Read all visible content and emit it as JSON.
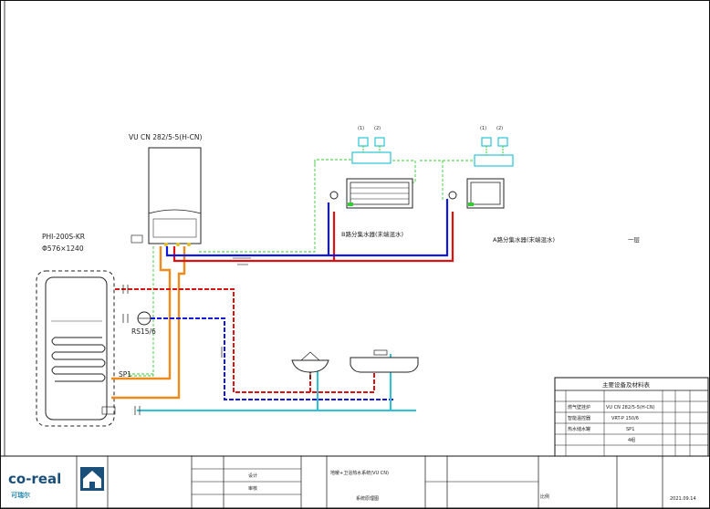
{
  "boiler": {
    "model": "VU CN 282/5-5(H-CN)"
  },
  "tank": {
    "model": "PHI-200S-KR",
    "size": "Φ576×1240"
  },
  "pump": {
    "label": "RS15/6"
  },
  "sensor": {
    "label": "SP1"
  },
  "fancoil_b": {
    "title": "B路分集水器(末端混水)"
  },
  "fancoil_a": {
    "title": "A路分集水器(末端混水)"
  },
  "floor": {
    "label": "一层"
  },
  "equipment_table": {
    "title": "主要设备及材料表",
    "rows": [
      {
        "name": "燃气壁挂炉",
        "value": "VU CN 282/5-5(H-CN)"
      },
      {
        "name": "智能温控器",
        "value": "VRT-P 150/6"
      },
      {
        "name": "热水储水罐",
        "value": "SP1"
      },
      {
        "name": "",
        "value": "4组"
      },
      {
        "name": "",
        "value": ""
      },
      {
        "name": "",
        "value": ""
      }
    ]
  },
  "title_block": {
    "logo_text": "co-real",
    "company_en": "可瑞尔",
    "project": "地暖+卫浴热水系统(VU CN)",
    "drawing_title": "系统原理图",
    "date": "2021.09.14",
    "scale": "比例",
    "mark_1": "设计",
    "mark_2": "审核"
  },
  "colors": {
    "supply": "#e01010",
    "return": "#1018e0",
    "cold_water": "#29c4d8",
    "hot_water_tank": "#f08a1a",
    "control_wire": "#33cc33",
    "frame": "#111111"
  }
}
